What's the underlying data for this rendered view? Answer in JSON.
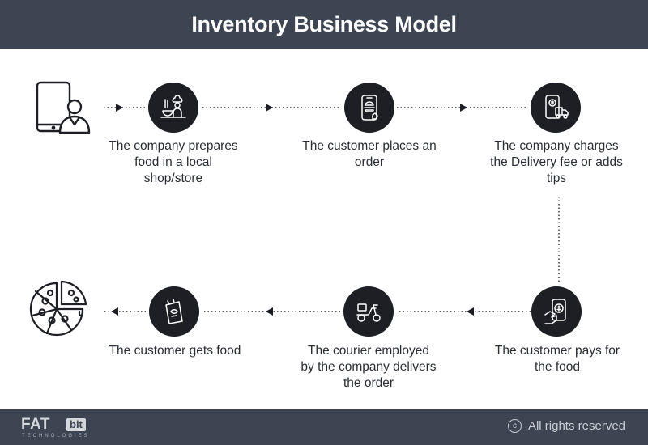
{
  "title": "Inventory Business Model",
  "steps": [
    {
      "label": "The company prepares food in a local shop/store",
      "icon": "chef-icon"
    },
    {
      "label": "The customer places an order",
      "icon": "phone-order-icon"
    },
    {
      "label": "The company charges the Delivery fee or adds tips",
      "icon": "phone-payment-truck-icon"
    },
    {
      "label": "The customer pays for the food",
      "icon": "hand-payment-icon"
    },
    {
      "label": "The courier employed by the company delivers the order",
      "icon": "scooter-icon"
    },
    {
      "label": "The customer gets food",
      "icon": "food-bag-icon"
    }
  ],
  "start_icon": "tablet-user-icon",
  "end_icon": "pizza-icon",
  "footer": {
    "logo_main": "FAT",
    "logo_bit": "bit",
    "logo_sub": "TECHNOLOGIES",
    "copyright_symbol": "c",
    "rights_text": "All rights reserved"
  },
  "colors": {
    "header_bg": "#3d4452",
    "node_bg": "#1d1f24",
    "text": "#2a2d33"
  }
}
